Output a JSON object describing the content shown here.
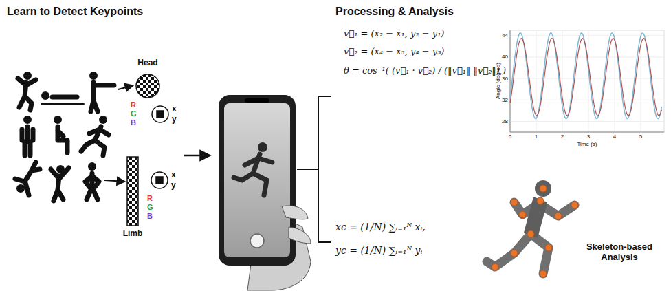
{
  "diagram": {
    "nodes": [
      {
        "text": [
          "Head"
        ]
      },
      {
        "text": [
          "Limb"
        ]
      }
    ],
    "labels": [
      "Learn to Detect Keypoints",
      "Processing & Analysis",
      "R",
      "G",
      "B",
      "x",
      "y",
      "R",
      "G",
      "B",
      "x",
      "y",
      "v⃗₁ = (x₂ − x₁,  y₂ − y₁)",
      "v⃗₂ = (x₄ − x₃,  y₄ − y₃)",
      "θ = cos⁻¹( (v⃗₁ · v⃗₂) / (‖v⃗₁‖ ‖v⃗₂‖) )",
      "Angle (degree)",
      "Time (s)",
      "0",
      "1",
      "2",
      "3",
      "4",
      "5",
      "28",
      "32",
      "36",
      "40",
      "44",
      "xc = (1/N) ∑ᵢ₌₁ᴺ xᵢ,",
      "yc = (1/N) ∑ᵢ₌₁ᴺ yᵢ",
      "Skeleton-based Analysis"
    ]
  }
}
